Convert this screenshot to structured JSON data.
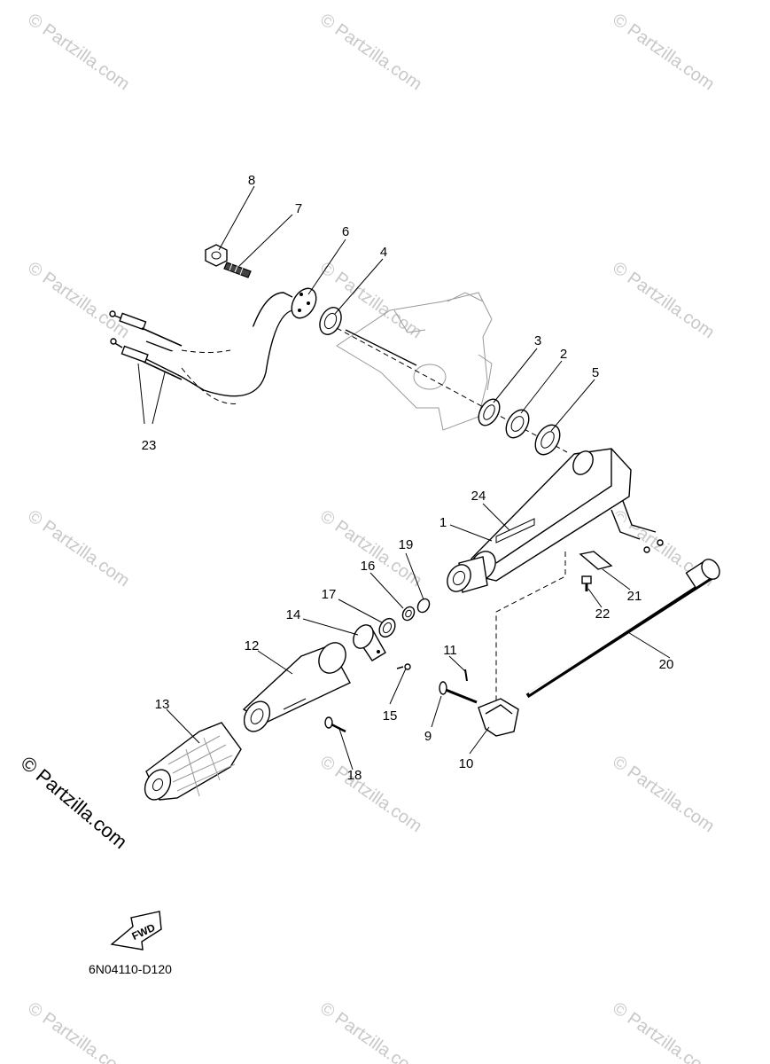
{
  "watermark": {
    "text": "© Partzilla.com",
    "main_text": "© Partzilla.com"
  },
  "callouts": [
    {
      "id": "1",
      "label": "1"
    },
    {
      "id": "2",
      "label": "2"
    },
    {
      "id": "3",
      "label": "3"
    },
    {
      "id": "4",
      "label": "4"
    },
    {
      "id": "5",
      "label": "5"
    },
    {
      "id": "6",
      "label": "6"
    },
    {
      "id": "7",
      "label": "7"
    },
    {
      "id": "8",
      "label": "8"
    },
    {
      "id": "9",
      "label": "9"
    },
    {
      "id": "10",
      "label": "10"
    },
    {
      "id": "11",
      "label": "11"
    },
    {
      "id": "12",
      "label": "12"
    },
    {
      "id": "13",
      "label": "13"
    },
    {
      "id": "14",
      "label": "14"
    },
    {
      "id": "15",
      "label": "15"
    },
    {
      "id": "16",
      "label": "16"
    },
    {
      "id": "17",
      "label": "17"
    },
    {
      "id": "18",
      "label": "18"
    },
    {
      "id": "19",
      "label": "19"
    },
    {
      "id": "20",
      "label": "20"
    },
    {
      "id": "21",
      "label": "21"
    },
    {
      "id": "22",
      "label": "22"
    },
    {
      "id": "23",
      "label": "23"
    },
    {
      "id": "24",
      "label": "24"
    }
  ],
  "fwd_label": "FWD",
  "diagram_code": "6N04110-D120"
}
